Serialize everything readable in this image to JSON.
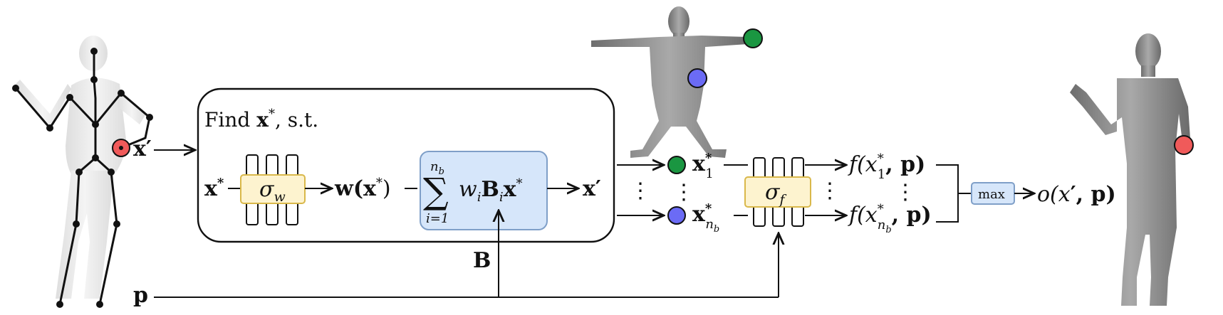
{
  "find_box": {
    "title_prefix": "Find ",
    "title_var": "x",
    "title_sup": "*",
    "title_suffix": ", s.t."
  },
  "labels": {
    "x_prime": "x",
    "prime_mark": "′",
    "x_star": "x",
    "star": "*",
    "sigma_w_base": "σ",
    "sigma_w_sub": "w",
    "weights_fn": "w(x",
    "weights_close": ")",
    "sum_symbol": "∑",
    "sum_upper": "n",
    "sum_upper_sub": "b",
    "sum_lower": "i=1",
    "sum_body_w": "w",
    "sum_body_i": "i",
    "sum_body_B": "B",
    "sum_body_x": "x",
    "x_prime_out": "x",
    "B_label": "B",
    "p_label": "p",
    "x1_star": "x",
    "x1_sub": "1",
    "xnb_star": "x",
    "xnb_sub_n": "n",
    "xnb_sub_b": "b",
    "sigma_f_base": "σ",
    "sigma_f_sub": "f",
    "f1": "f(x",
    "f1_tail": ", p)",
    "fnb": "f(x",
    "fnb_tail": ", p)",
    "max_label": "max",
    "output": "o(x",
    "output_tail": ", p)",
    "vdots": "⋮"
  },
  "colors": {
    "point_red": "#f05a5a",
    "point_green": "#1a9641",
    "point_blue": "#6b6bf5",
    "sigma_fill": "#fdf3cf",
    "sigma_stroke": "#d9b84a",
    "sum_fill": "#d6e6fa",
    "sum_stroke": "#7f9fc8",
    "max_fill": "#d6e6fa",
    "max_stroke": "#7f9fc8"
  }
}
